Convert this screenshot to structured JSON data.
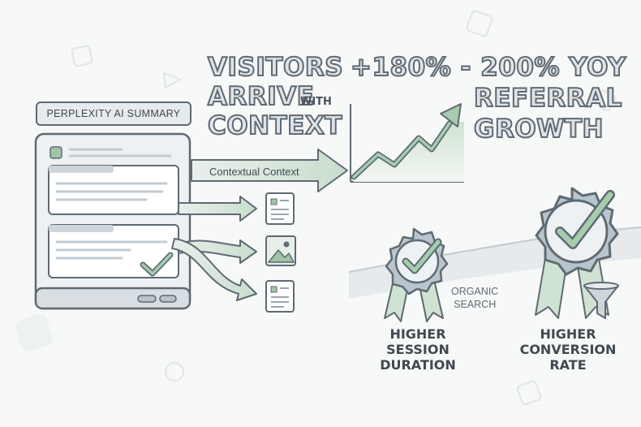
{
  "summary_panel": {
    "title": "PERPLEXITY AI SUMMARY"
  },
  "headline_left": {
    "line1": "VISITORS",
    "line2": "ARRIVE",
    "small_word": "WITH",
    "line3": "CONTEXT"
  },
  "headline_right": {
    "line1": "+180% - 200% YOY",
    "line2": "REFERRAL",
    "line3": "GROWTH"
  },
  "arrow_label": "Contextual Context",
  "organic_label": "ORGANIC\nSEARCH",
  "badges": [
    {
      "label": "HIGHER\nSESSION\nDURATION"
    },
    {
      "label": "HIGHER\nCONVERSION\nRATE"
    }
  ],
  "colors": {
    "outline": "#5f6a73",
    "panel_fill": "#e6ebee",
    "accent_green": "#7fae8a",
    "light_green": "#cfe3d2",
    "badge_gray": "#aab6bf"
  },
  "icons": [
    "check-icon",
    "document-icon",
    "image-icon",
    "funnel-icon",
    "growth-line-icon",
    "ribbon-badge-icon"
  ]
}
